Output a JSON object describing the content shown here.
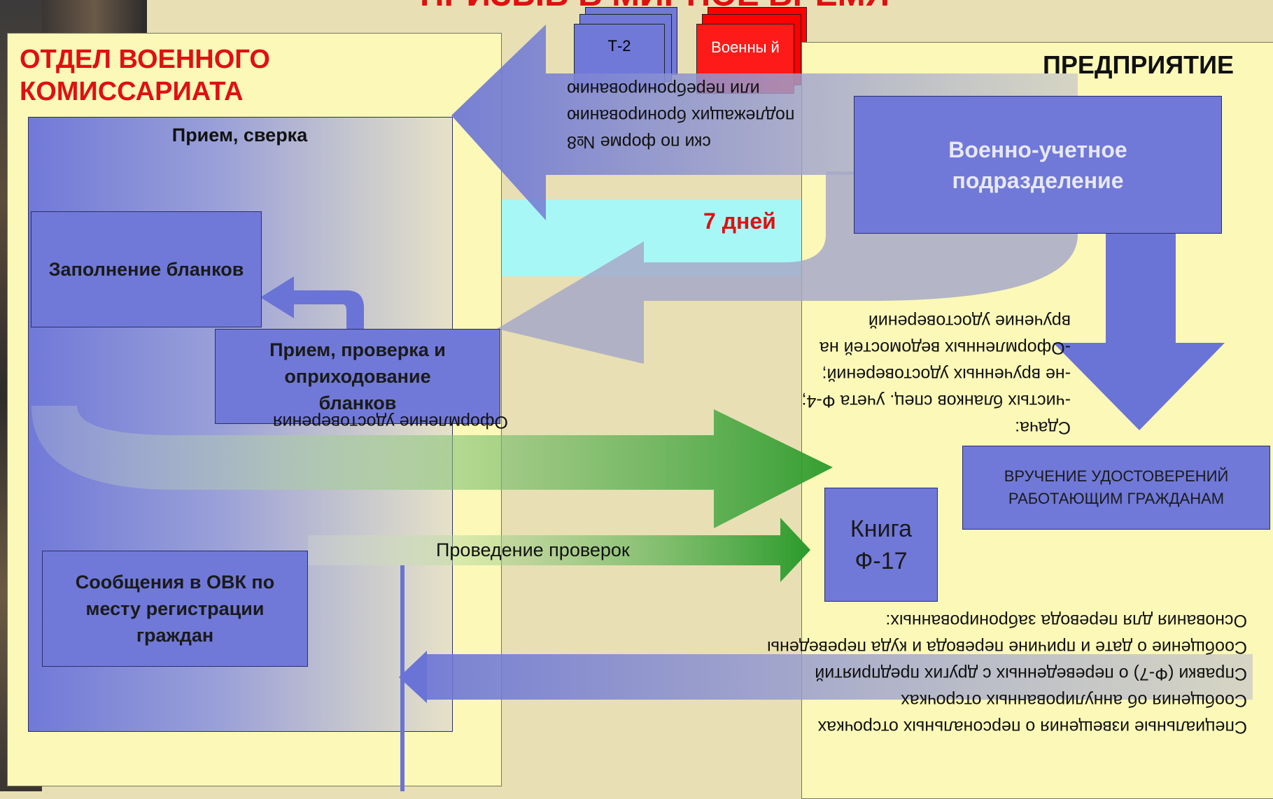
{
  "header": {
    "title": "ПРИЗЫВ В МИРНОЕ ВРЕМЯ"
  },
  "left_panel": {
    "title_line1": "ОТДЕЛ ВОЕННОГО",
    "title_line2": "КОМИССАРИАТА",
    "inner_title": "Прием, сверка",
    "box_fill_forms": "Заполнение бланков",
    "box_receive_forms": "Прием, проверка и оприходование бланков",
    "box_messages": "Сообщения в ОВК по месту регистрации граждан"
  },
  "right_panel": {
    "title": "ПРЕДПРИЯТИЕ",
    "box_military_unit": "Военно-учетное подразделение",
    "box_issuance": "ВРУЧЕНИЕ УДОСТОВЕРЕНИЙ РАБОТАЮЩИМ ГРАЖДАНАМ",
    "box_book": "Книга Ф-17"
  },
  "documents": {
    "t2": "Т-2",
    "military_id_visible": "Военны й"
  },
  "days_label": "7 дней",
  "arrow_lists_text": [
    "ски по форме №8",
    "подлежащих бронированию",
    "или переброниро­ванию"
  ],
  "handover_text": [
    "Сдача:",
    "-чистых бланков спец. учета Ф-4;",
    "-не врученных удостоверений;",
    "-Оформленных ведомостей на",
    "вручение удостоверений"
  ],
  "certificate_text": "Оформление удостоверения",
  "checks_text": "Проведение проверок",
  "bottom_text": [
    "Специальные извещения о персональных отсрочках",
    "Сообщения об аннулированных отсрочках",
    "Справки (Ф-7) о переведенных с других предприятий",
    "Сообщение о дате и причине перевода и куда переведены",
    "Основания для перевода забронированных:"
  ],
  "colors": {
    "box": "#7079d8",
    "panel": "#fbf8b8",
    "title_red": "#e01010",
    "arrow_green": "#2a9a2a",
    "arrow_blue": "#6a74d6",
    "cyan": "#a8f7f7"
  }
}
